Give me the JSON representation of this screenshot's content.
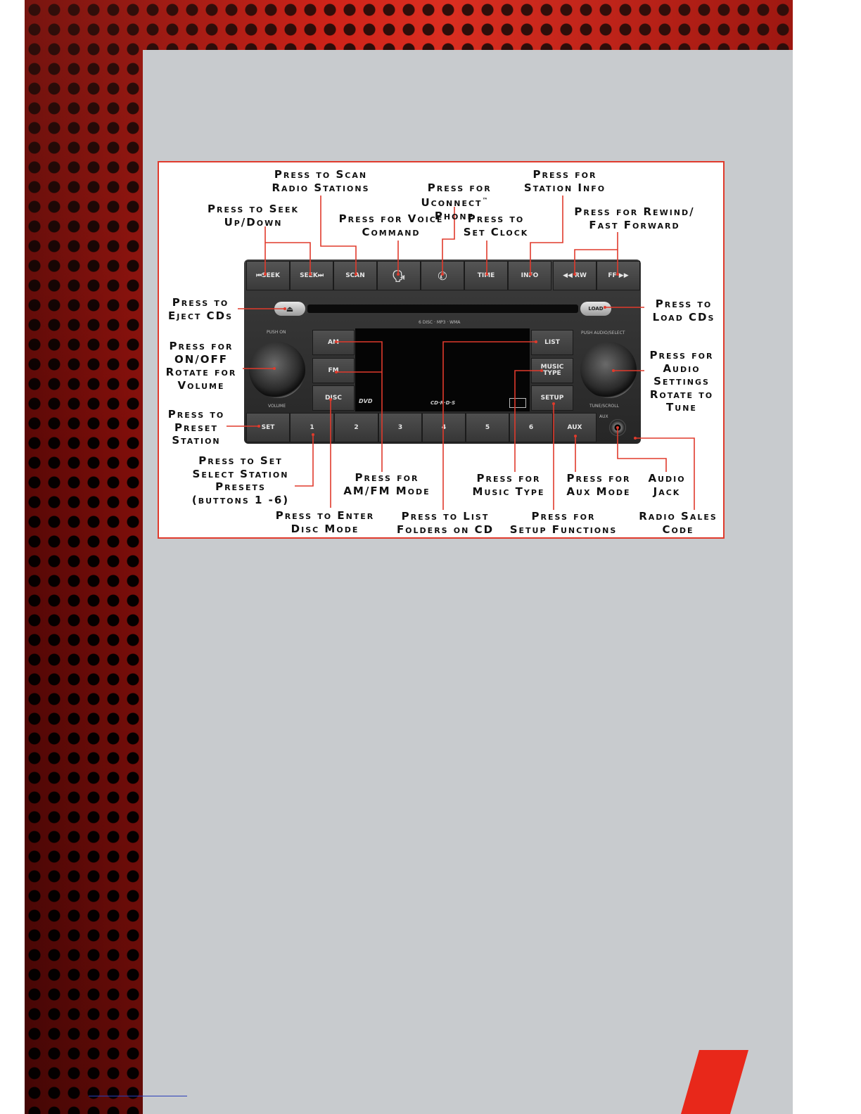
{
  "labels": {
    "seek": "Press to Seek\nUp/Down",
    "scan": "Press to Scan\nRadio Stations",
    "voice": "Press for Voice\nCommand",
    "uconnect_a": "Press for",
    "uconnect_b": "Uconnect",
    "uconnect_tm": "™",
    "uconnect_c": "Phone",
    "clock": "Press to\nSet Clock",
    "info": "Press for\nStation Info",
    "rewind": "Press for Rewind/\nFast Forward",
    "eject": "Press to\nEject CDs",
    "load": "Press to\nLoad CDs",
    "power": "Press for\nON/OFF\nRotate for\nVolume",
    "audio": "Press for\nAudio\nSettings\nRotate to\nTune",
    "preset": "Press to\nPreset\nStation",
    "set_presets": "Press to Set\nSelect Station\nPresets\n(buttons 1 -6)",
    "amfm": "Press for\nAM/FM Mode",
    "music": "Press for\nMusic Type",
    "aux": "Press for\nAux Mode",
    "jack": "Audio\nJack",
    "disc": "Press to Enter\nDisc Mode",
    "folders": "Press to List\nFolders on CD",
    "setup": "Press for\nSetup Functions",
    "sales": "Radio Sales\nCode"
  },
  "radio": {
    "top_buttons": [
      "⏮SEEK",
      "SEEK⏭",
      "SCAN",
      "",
      "",
      "TIME",
      "INFO",
      "◀◀ RW",
      "FF ▶▶"
    ],
    "left_buttons": [
      "AM",
      "FM",
      "DISC"
    ],
    "right_buttons": [
      "LIST",
      "MUSIC TYPE",
      "SETUP"
    ],
    "bottom_buttons": [
      "SET",
      "1",
      "2",
      "3",
      "4",
      "5",
      "6",
      "AUX"
    ],
    "eject": "⏏",
    "load": "LOAD",
    "slot_caption": "6 DISC · MP3 · WMA",
    "push_on": "PUSH ON",
    "volume": "VOLUME",
    "push_audio": "PUSH AUDIO/SELECT",
    "tune_scroll": "TUNE/SCROLL",
    "aux_caption": "AUX",
    "dvd": "DVD",
    "cdrds": "CD·R·D·S"
  },
  "colors": {
    "callout": "#e03a2c",
    "grille": "#c51a12",
    "panel": "#c8cbce"
  }
}
